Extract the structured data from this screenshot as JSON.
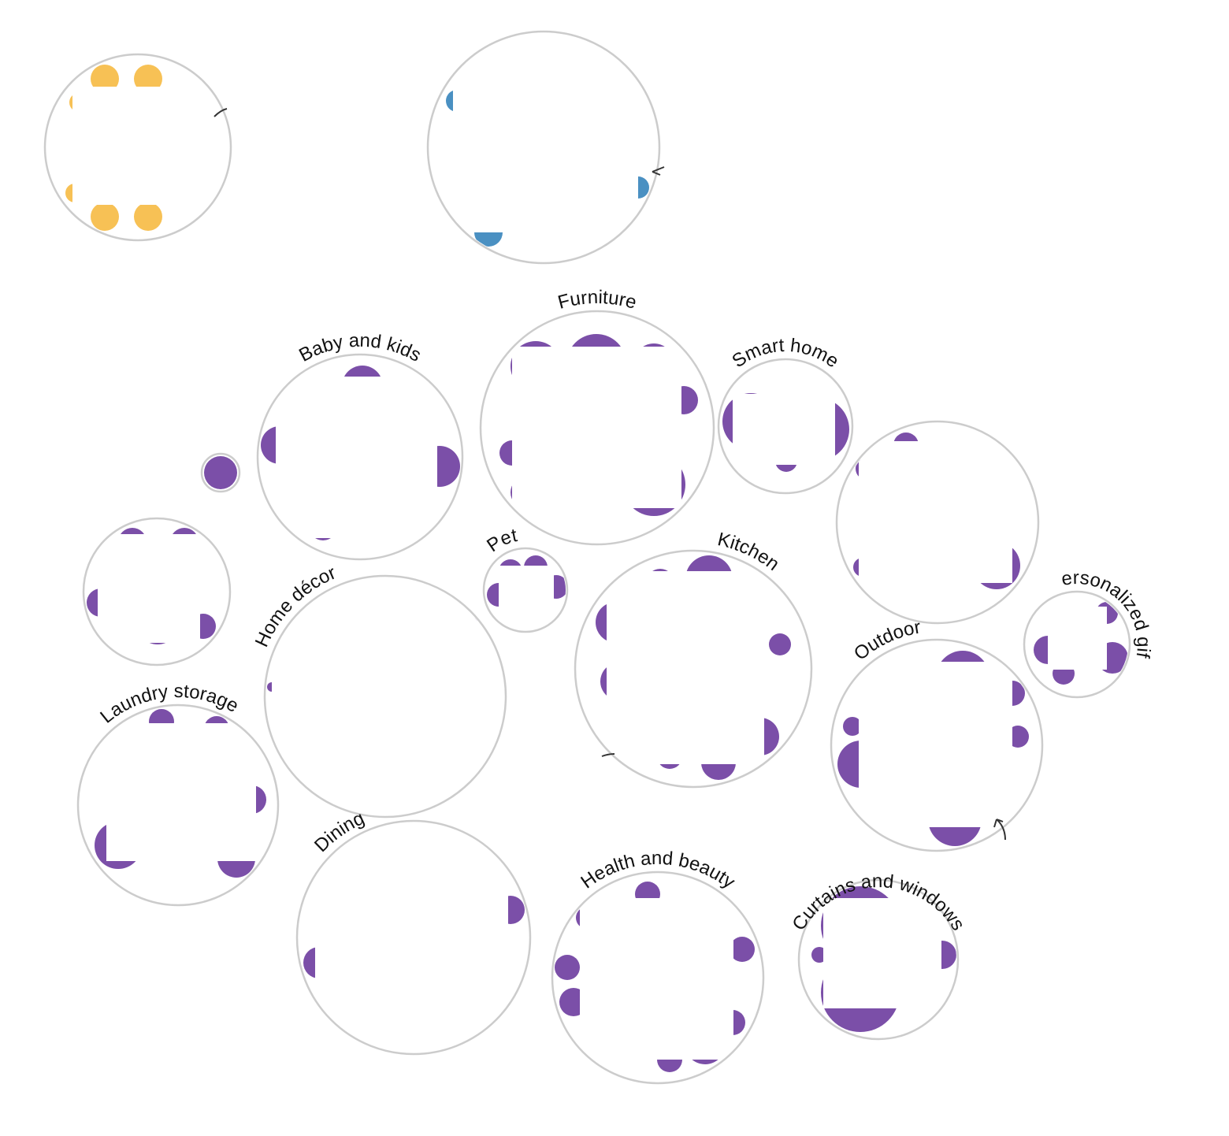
{
  "chart_data": {
    "type": "packed-bubble",
    "colors": {
      "purple": "#7b4fa8",
      "yellow": "#f7c155",
      "blue": "#4a90c2",
      "outline": "#cccccc",
      "text": "#111111"
    },
    "groups": [
      {
        "label": "",
        "color": "yellow"
      },
      {
        "label": "",
        "color": "blue"
      },
      {
        "label": "Furniture",
        "color": "purple"
      },
      {
        "label": "Baby and kids",
        "color": "purple"
      },
      {
        "label": "Smart home",
        "color": "purple"
      },
      {
        "label": "",
        "color": "purple"
      },
      {
        "label": "",
        "color": "purple"
      },
      {
        "label": "",
        "color": "purple"
      },
      {
        "label": "Pet",
        "color": "purple"
      },
      {
        "label": "Kitchen",
        "color": "purple"
      },
      {
        "label": "Home décor",
        "color": "purple"
      },
      {
        "label": "Personalized gifts",
        "color": "purple"
      },
      {
        "label": "Outdoor",
        "color": "purple"
      },
      {
        "label": "Laundry storage",
        "color": "purple"
      },
      {
        "label": "Dining",
        "color": "purple"
      },
      {
        "label": "Health and beauty",
        "color": "purple"
      },
      {
        "label": "Curtains and windows",
        "color": "purple"
      }
    ]
  }
}
